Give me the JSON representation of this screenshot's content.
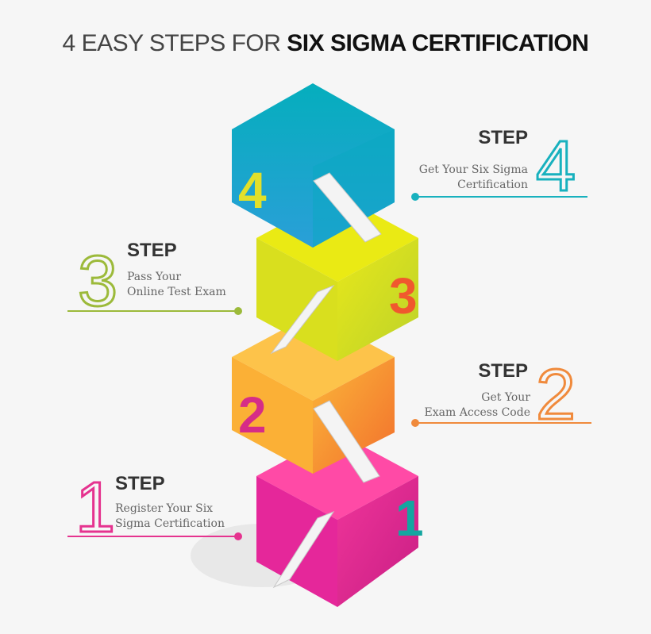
{
  "title": {
    "light": "4 EASY STEPS FOR ",
    "bold": "SIX SIGMA CERTIFICATION"
  },
  "steps": [
    {
      "number": "1",
      "label": "STEP",
      "line1": "Register Your Six",
      "line2": "Sigma Certification",
      "color": "#e5338f"
    },
    {
      "number": "2",
      "label": "STEP",
      "line1": "Get Your",
      "line2": "Exam Access Code",
      "color": "#f08a3c"
    },
    {
      "number": "3",
      "label": "STEP",
      "line1": "Pass Your",
      "line2": "Online Test Exam",
      "color": "#9cba3a"
    },
    {
      "number": "4",
      "label": "STEP",
      "line1": "Get Your Six Sigma",
      "line2": "Certification",
      "color": "#18b1be"
    }
  ],
  "cube_numbers": {
    "c1_color": "#14a6a0",
    "c2_color": "#d62c87",
    "c3_color": "#f0582e",
    "c4_color": "#e2e029"
  }
}
